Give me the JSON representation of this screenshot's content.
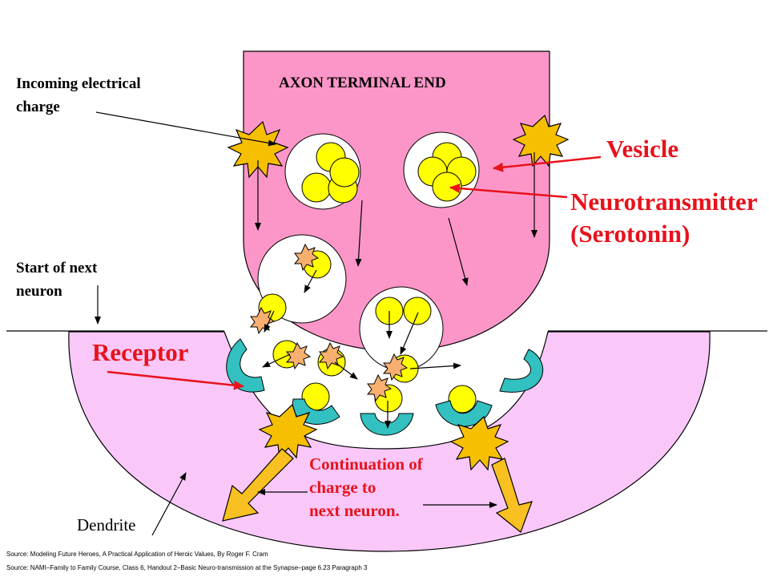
{
  "labels": {
    "incoming_charge_line1": "Incoming electrical",
    "incoming_charge_line2": "charge",
    "axon_terminal": "AXON TERMINAL END",
    "vesicle": "Vesicle",
    "neurotransmitter_line1": "Neurotransmitter",
    "neurotransmitter_line2": "(Serotonin)",
    "start_next_line1": "Start of next",
    "start_next_line2": "neuron",
    "receptor": "Receptor",
    "continuation_line1": "Continuation of",
    "continuation_line2": "charge to",
    "continuation_line3": "next neuron.",
    "dendrite": "Dendrite"
  },
  "sources": {
    "source_1": "Source: Modeling Future Heroes, A Practical Application of Heroic Values, By Roger F. Cram",
    "source_2": "Source: NAMI–Family to Family Course, Class 6, Handout 2–Basic Neuro-transmission at the Synapse–page 6.23 Paragraph 3"
  },
  "colors": {
    "axon_fill": "#fd96c8",
    "dendrite_fill": "#f9c8f9",
    "vesicle_fill": "#ffffff",
    "neurotransmitter_fill": "#ffff00",
    "receptor_fill": "#33c0c0",
    "charge_star_fill": "#f6c000",
    "small_star_fill": "#f8b070",
    "output_arrow_fill": "#f8c020",
    "label_red": "#e8121c"
  }
}
